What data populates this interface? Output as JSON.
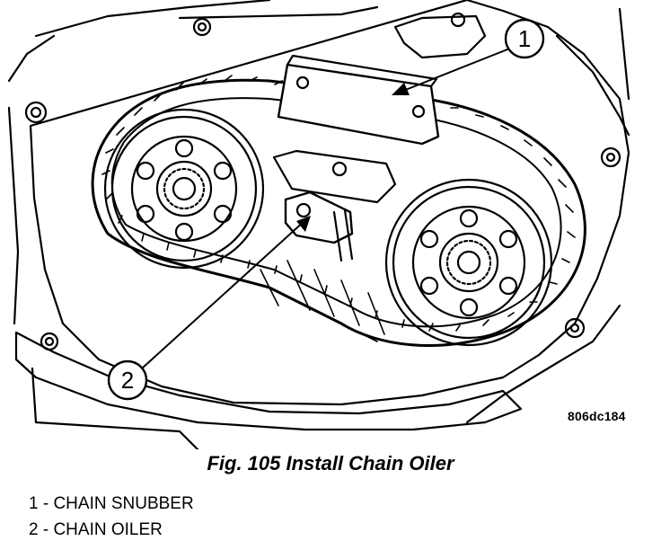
{
  "callouts": [
    {
      "number": "1"
    },
    {
      "number": "2"
    }
  ],
  "figure_id": "806dc184",
  "caption": "Fig. 105 Install Chain Oiler",
  "legend": [
    {
      "text": "1 - CHAIN SNUBBER"
    },
    {
      "text": "2 - CHAIN OILER"
    }
  ]
}
